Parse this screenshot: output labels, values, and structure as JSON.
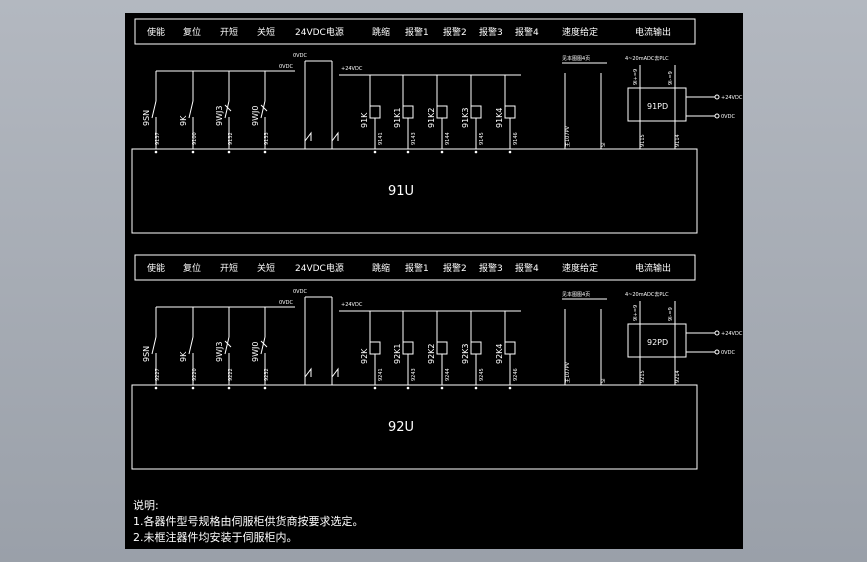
{
  "header_labels": [
    "使能",
    "复位",
    "开短",
    "关短",
    "24VDC电源",
    "跳缩",
    "报警1",
    "报警2",
    "报警3",
    "报警4",
    "速度给定",
    "电流输出"
  ],
  "sections": [
    {
      "unit_label": "91U",
      "contacts": [
        "9SN",
        "9K",
        "9WJ3",
        "9WJ0"
      ],
      "relays": [
        "91K",
        "91K1",
        "91K2",
        "91K3",
        "91K4"
      ],
      "terminals_left": [
        "9137",
        "9100",
        "9132",
        "9133"
      ],
      "terminals_relay": [
        "9141",
        "9143",
        "9144",
        "9145",
        "9146"
      ],
      "term_x1": "主107PV",
      "term_x2": "Sl",
      "pd_label": "91PD",
      "pd_terminals": [
        "9115",
        "9114"
      ],
      "pd_top": [
        "9I+=9",
        "9I-=9"
      ],
      "v0": "0VDC",
      "v24": "+24VDC",
      "ref": "见本图图4页",
      "plc": "4~20mADC去PLC",
      "out1": "+24VDC",
      "out2": "0VDC"
    },
    {
      "unit_label": "92U",
      "contacts": [
        "9SN",
        "9K",
        "9WJ3",
        "9WJ0"
      ],
      "relays": [
        "92K",
        "92K1",
        "92K2",
        "92K3",
        "92K4"
      ],
      "terminals_left": [
        "9227",
        "9220",
        "9222",
        "9232"
      ],
      "terminals_relay": [
        "9241",
        "9243",
        "9244",
        "9245",
        "9246"
      ],
      "term_x1": "主107PV",
      "term_x2": "Sl",
      "pd_label": "92PD",
      "pd_terminals": [
        "9215",
        "9214"
      ],
      "pd_top": [
        "9I+=9",
        "9I-=9"
      ],
      "v0": "0VDC",
      "v24": "+24VDC",
      "ref": "见本图图4页",
      "plc": "4~20mADC去PLC",
      "out1": "+24VDC",
      "out2": "0VDC"
    }
  ],
  "notes_title": "说明:",
  "notes": [
    "1.各器件型号规格由伺服柜供货商按要求选定。",
    "2.未框注器件均安装于伺服柜内。"
  ],
  "colors": {
    "background": "#000000",
    "line": "#ffffff",
    "frame": "#9aa1ab"
  }
}
